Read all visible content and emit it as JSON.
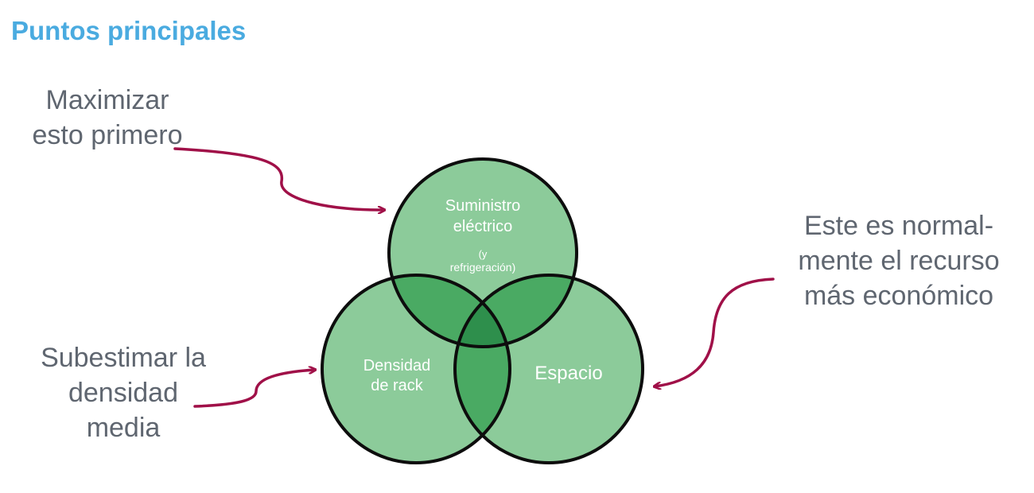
{
  "title": "Puntos principales",
  "notes": {
    "top": [
      "Maximizar",
      "esto primero"
    ],
    "left": [
      "Subestimar la",
      "densidad",
      "media"
    ],
    "right": [
      "Este es normal-",
      "mente el recurso",
      "más económico"
    ]
  },
  "circles": {
    "power": {
      "label_lines": [
        "Suministro",
        "eléctrico"
      ],
      "sub_lines": [
        "(y",
        "refrigeración)"
      ]
    },
    "density": {
      "label_lines": [
        "Densidad",
        "de rack"
      ]
    },
    "space": {
      "label_lines": [
        "Espacio"
      ]
    }
  },
  "colors": {
    "title": "#4aabe0",
    "circle_fill": "#8ccb9a",
    "overlap_fill": "#4aaa63",
    "center_fill": "#2e8f4c",
    "circle_stroke": "#0d0d0d",
    "arrow": "#a01048",
    "note_text": "#5f6670"
  }
}
